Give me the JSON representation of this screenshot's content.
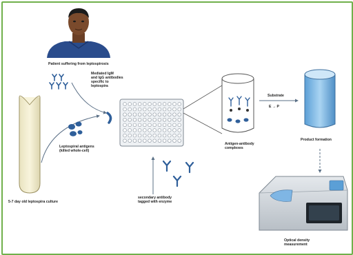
{
  "labels": {
    "patient": "Patient suffering from leptospirosis",
    "antibodies_line1": "Mediated IgM",
    "antibodies_line2": "and IgG antibodies",
    "antibodies_line3": "specific to",
    "antibodies_line4": "leptospira",
    "antigen_line1": "Leptospiral antigens",
    "antigen_line2": "(killed whole-cell)",
    "culture": "5-7 day old leptospira culture",
    "secondary_line1": "secondary antibody",
    "secondary_line2": "tagged with enzyme",
    "complex_line1": "Antigen-antibody",
    "complex_line2": "complexes",
    "substrate_line1": "Substrate",
    "substrate_line2": "E → P",
    "product": "Product formation",
    "optical_line1": "Optical density",
    "optical_line2": "measurement"
  },
  "colors": {
    "border": "#6fb04a",
    "arrow": "#5a6f86",
    "blue_glyph": "#2f5f9a",
    "tube_fill": "#f3efd0",
    "beaker_fill": "#8fc3e8"
  }
}
